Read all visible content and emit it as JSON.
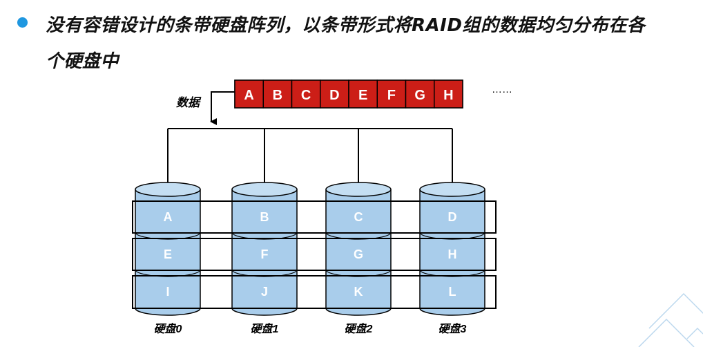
{
  "bullet": {
    "line1": "没有容错设计的条带硬盘阵列，以条带形式将RAID组的数据均匀分布在各",
    "line2": "个硬盘中"
  },
  "data_label": "数据",
  "data_blocks": [
    "A",
    "B",
    "C",
    "D",
    "E",
    "F",
    "G",
    "H"
  ],
  "ellipsis": "……",
  "disks": [
    {
      "name": "硬盘0",
      "blocks": [
        "A",
        "E",
        "I"
      ]
    },
    {
      "name": "硬盘1",
      "blocks": [
        "B",
        "F",
        "J"
      ]
    },
    {
      "name": "硬盘2",
      "blocks": [
        "C",
        "G",
        "K"
      ]
    },
    {
      "name": "硬盘3",
      "blocks": [
        "D",
        "H",
        "L"
      ]
    }
  ],
  "colors": {
    "bullet": "#1f97e0",
    "block_fill": "#cc1e17",
    "block_text": "#ffffff",
    "disk_fill": "#a9cdeb",
    "disk_top": "#c4def2",
    "disk_text": "#ffffff",
    "stroke": "#000000"
  }
}
